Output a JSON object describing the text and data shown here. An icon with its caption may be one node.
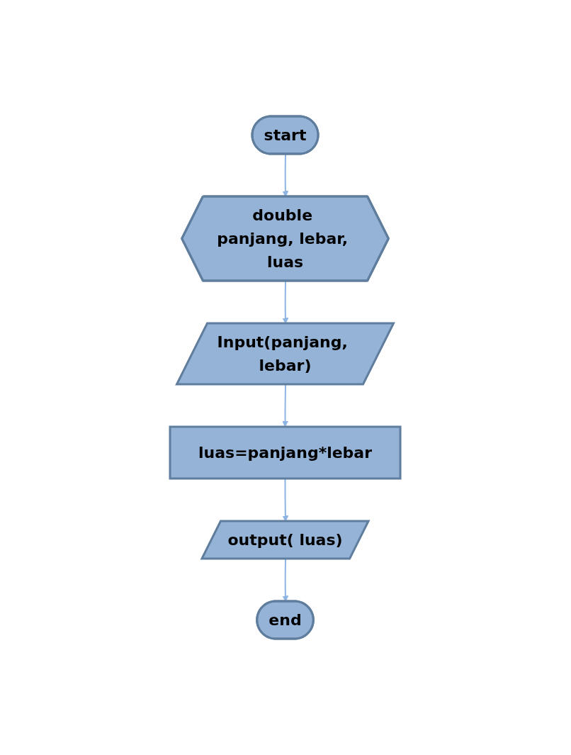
{
  "diagram": {
    "nodes": [
      {
        "text": [
          "start"
        ]
      },
      {
        "text": [
          "double panjang, lebar, luas"
        ]
      },
      {
        "text": [
          "Input(panjang, lebar)"
        ]
      },
      {
        "text": [
          "luas=panjang*lebar"
        ]
      },
      {
        "text": [
          "output( luas)"
        ]
      },
      {
        "text": [
          "end"
        ]
      }
    ],
    "edges": [
      {
        "from": 0,
        "to": 1,
        "arrow": "to"
      },
      {
        "from": 1,
        "to": 2,
        "arrow": "to"
      },
      {
        "from": 2,
        "to": 3,
        "arrow": "to"
      },
      {
        "from": 3,
        "to": 4,
        "arrow": "to"
      },
      {
        "from": 4,
        "to": 5,
        "arrow": "to"
      }
    ]
  }
}
